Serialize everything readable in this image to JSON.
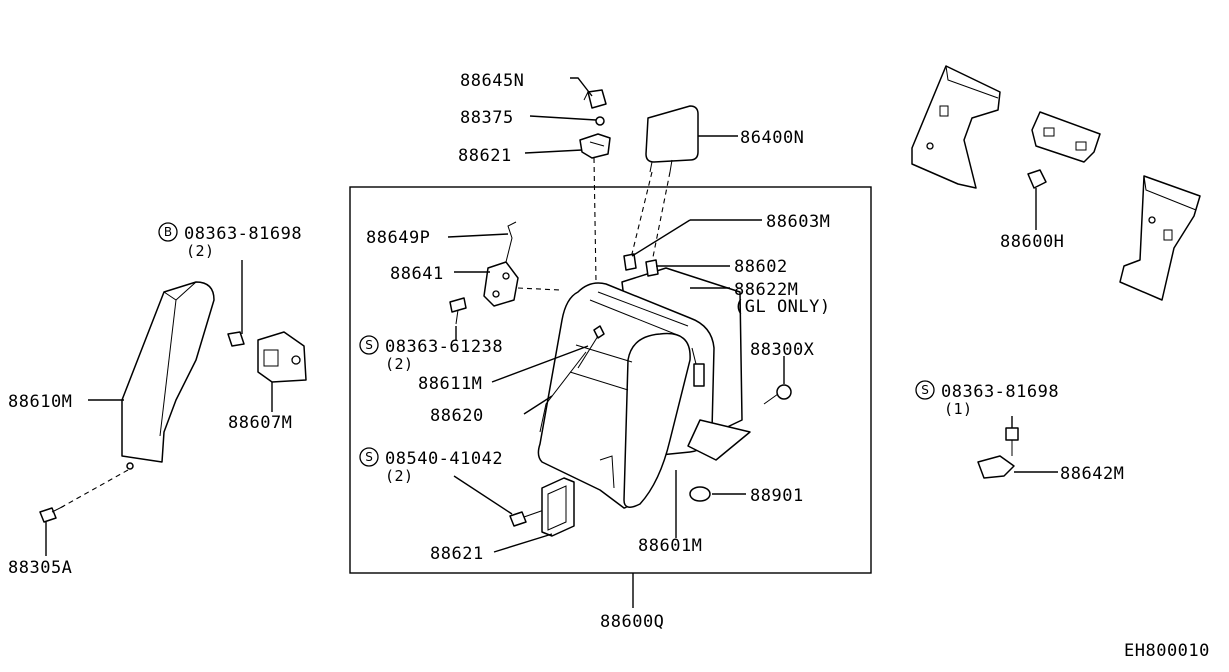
{
  "diagram_code": "EH800010",
  "labels": {
    "p88645N": "88645N",
    "p88375": "88375",
    "p88621_top": "88621",
    "p86400N": "86400N",
    "p88649P": "88649P",
    "p88603M": "88603M",
    "p88641": "88641",
    "p88602": "88602",
    "p88622M": "88622M",
    "gl_only": "(GL ONLY)",
    "s08363_61238": "08363-61238",
    "qty_61238": "(2)",
    "p88300X": "88300X",
    "p88611M": "88611M",
    "p88620": "88620",
    "s08540_41042": "08540-41042",
    "qty_41042": "(2)",
    "p88901": "88901",
    "p88621_bottom": "88621",
    "p88601M": "88601M",
    "p88600Q": "88600Q",
    "b08363_81698": "08363-81698",
    "qty_b81698": "(2)",
    "p88610M": "88610M",
    "p88607M": "88607M",
    "p88305A": "88305A",
    "p88600H": "88600H",
    "s08363_81698": "08363-81698",
    "qty_s81698": "(1)",
    "p88642M": "88642M"
  },
  "callout_symbols": {
    "s_symbol": "S",
    "b_symbol": "B"
  },
  "colors": {
    "line": "#000000",
    "background": "#ffffff"
  }
}
